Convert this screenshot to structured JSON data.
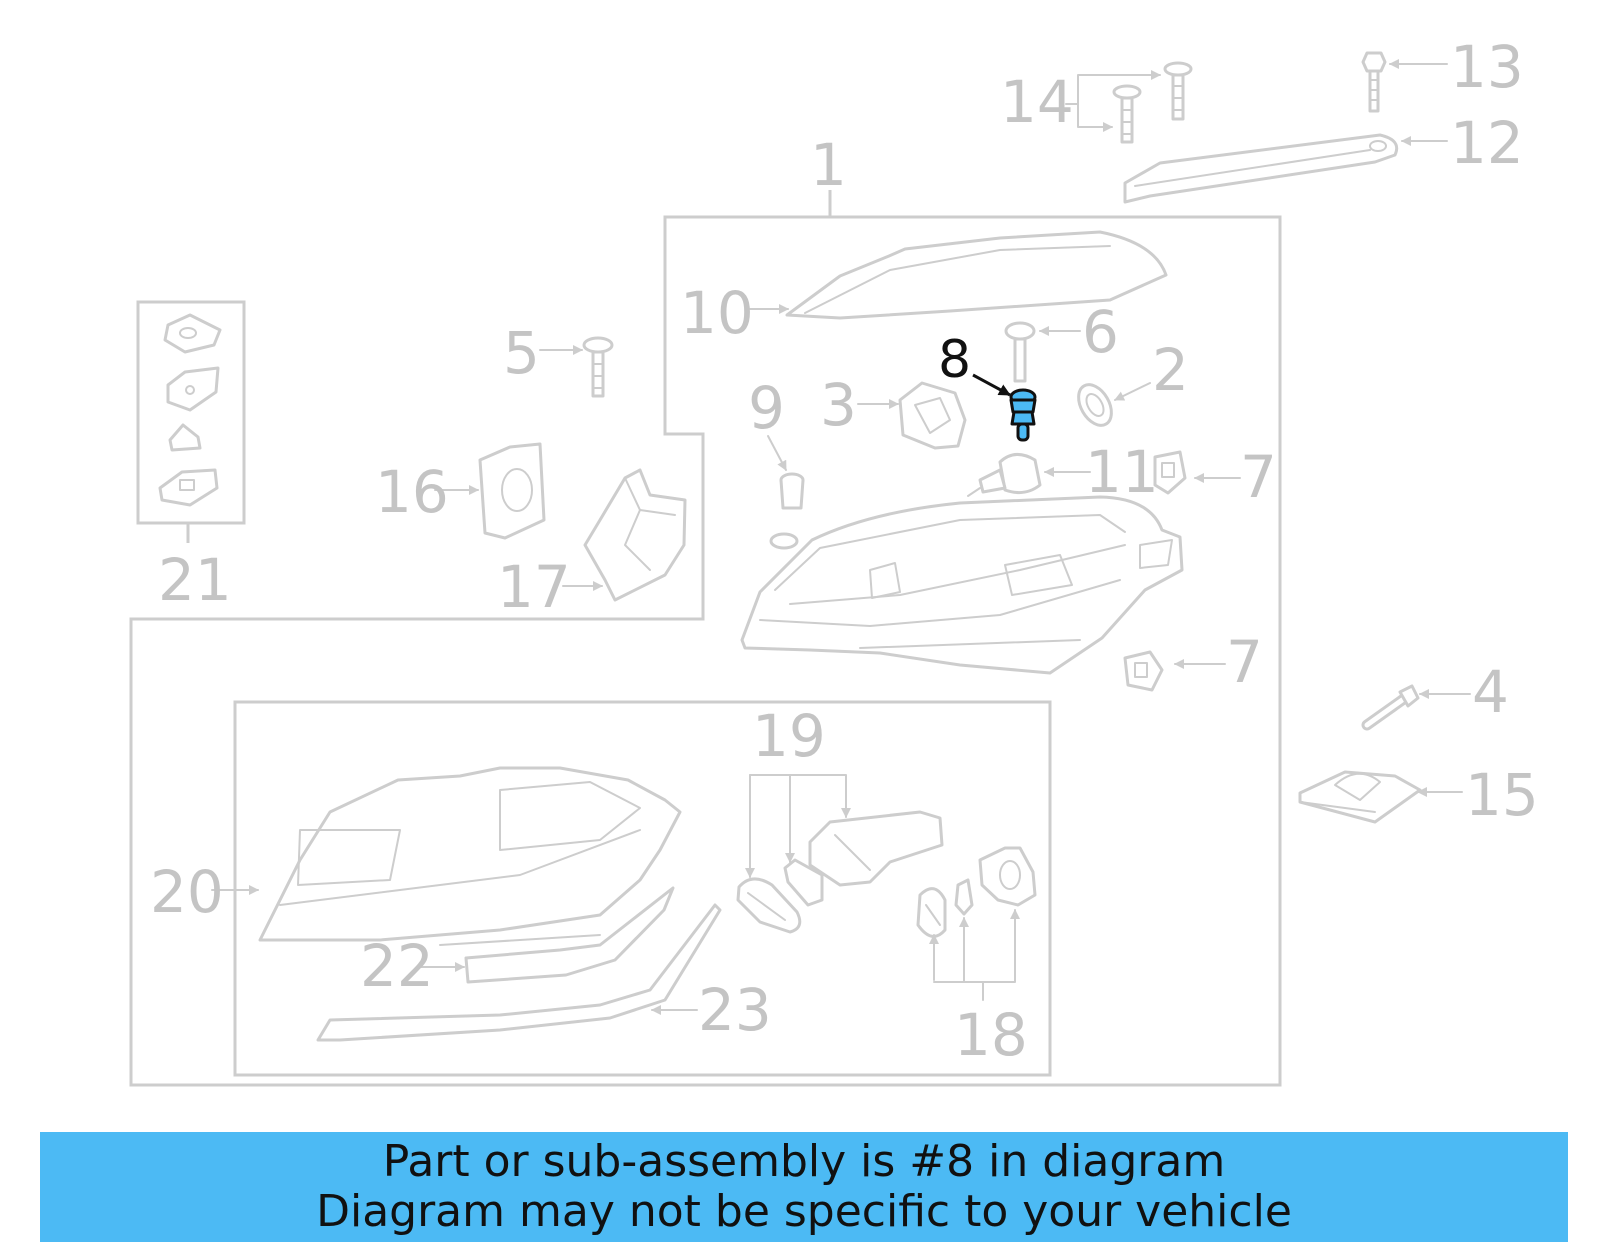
{
  "callouts": {
    "c1": "1",
    "c2": "2",
    "c3": "3",
    "c4": "4",
    "c5": "5",
    "c6": "6",
    "c7a": "7",
    "c7b": "7",
    "c8": "8",
    "c9": "9",
    "c10": "10",
    "c11": "11",
    "c12": "12",
    "c13": "13",
    "c14": "14",
    "c15": "15",
    "c16": "16",
    "c17": "17",
    "c18": "18",
    "c19": "19",
    "c20": "20",
    "c21": "21",
    "c22": "22",
    "c23": "23"
  },
  "highlight": {
    "part": "8",
    "color": "#4cbaf4"
  },
  "banner": {
    "line1": "Part or sub-assembly is #8 in diagram",
    "line2": "Diagram may not be specific to your vehicle",
    "color": "#4cbaf4"
  }
}
